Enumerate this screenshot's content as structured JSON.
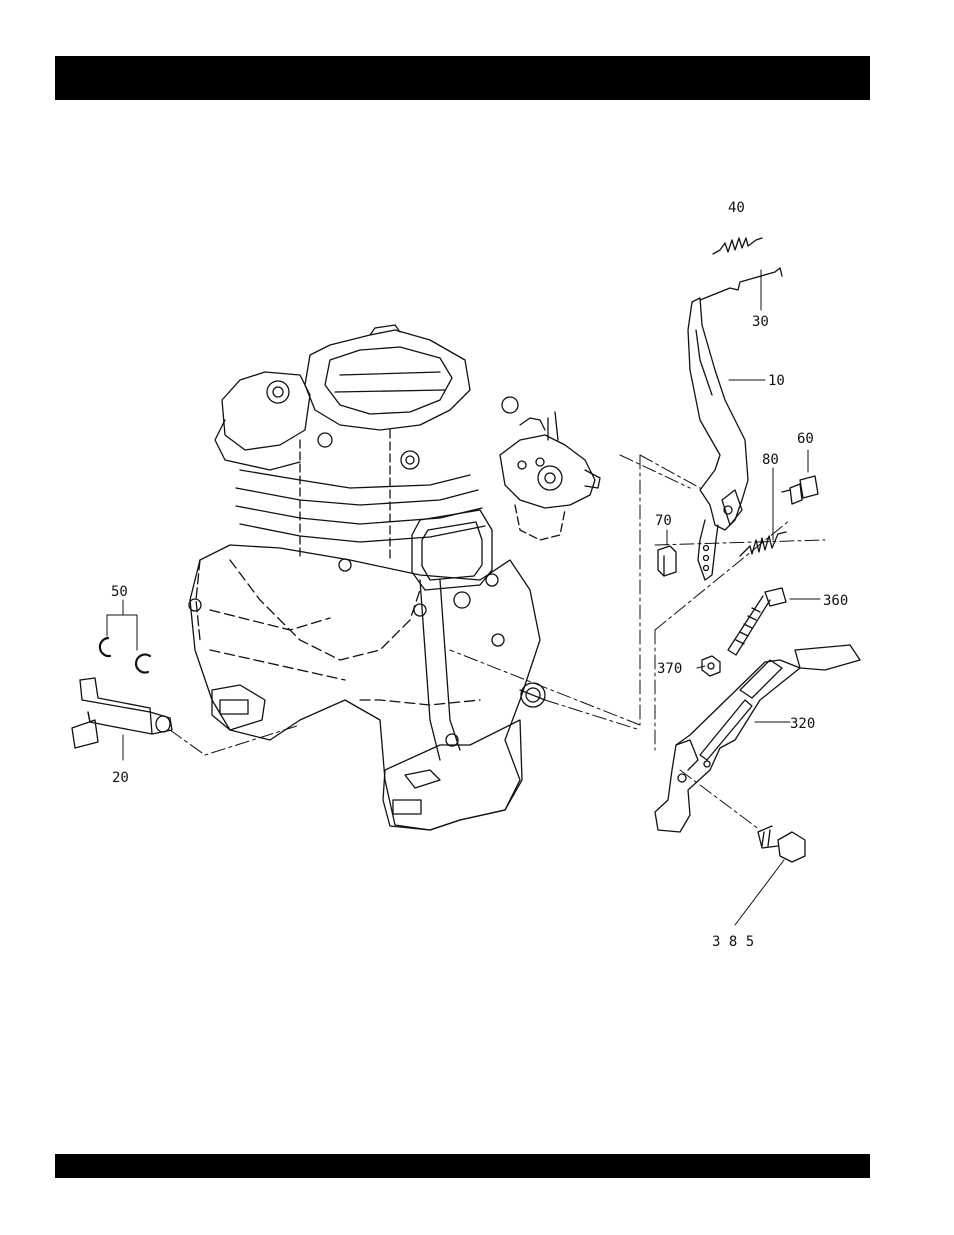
{
  "header": {
    "title": ""
  },
  "footer": {
    "text": ""
  },
  "colors": {
    "band": "#000000",
    "line": "#111111",
    "paper": "#ffffff"
  },
  "callouts": {
    "c10": "10",
    "c20": "20",
    "c30": "30",
    "c40": "40",
    "c50": "50",
    "c60": "60",
    "c70": "70",
    "c80": "80",
    "c320": "320",
    "c360": "360",
    "c370": "370",
    "c385": "3 8 5"
  }
}
